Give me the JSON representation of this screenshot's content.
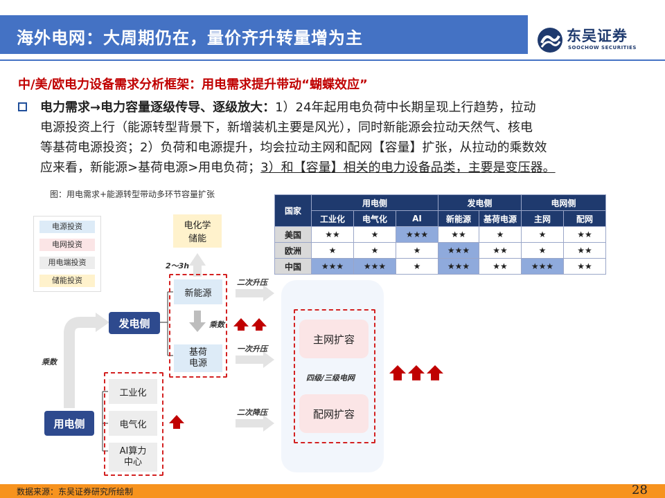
{
  "header": {
    "title": "海外电网：大周期仍在，量价齐升转量增为主",
    "logo_cn": "东吴证券",
    "logo_en": "SOOCHOW SECURITIES"
  },
  "subtitle": "中/美/欧电力设备需求分析框架：用电需求提升带动“蝴蝶效应”",
  "paragraph": {
    "bold_lead": "电力需求→电力容量逐级传导、逐级放大：",
    "line1": "1）24年起用电负荷中长期呈现上行趋势，拉动",
    "line2": "电源投资上行（能源转型背景下，新增装机主要是风光），同时新能源会拉动天然气、核电",
    "line3": "等基荷电源投资；2）负荷和电源提升，均会拉动主网和配网【容量】扩张，从拉动的乘数效",
    "line4a": "应来看，新能源>基荷电源>用电负荷；",
    "line4b": "3）和【容量】相关的电力设备品类，主要是变压器。"
  },
  "figure": {
    "caption": "图：用电需求+能源转型带动多环节容量扩张",
    "legend": [
      "电源投资",
      "电网投资",
      "用电端投资",
      "储能投资"
    ],
    "colors": {
      "power": "#DDEBF7",
      "grid": "#FBE5E6",
      "user": "#EDEDED",
      "storage": "#FFF2CC",
      "navy": "#2E4A8E",
      "red": "#C00000"
    },
    "storage_box": "电化学\n储能",
    "storage_time": "2～3h",
    "gen_side": "发电侧",
    "new_energy": "新能源",
    "base_load": "基荷\n电源",
    "multiplier_mid": "乘数",
    "multiplier_left": "乘数",
    "user_side": "用电侧",
    "user_items": [
      "工业化",
      "电气化",
      "AI算力\n中心"
    ],
    "arrow_secondary_up": "二次升压",
    "arrow_primary_up": "一次升压",
    "arrow_secondary_down": "二次降压",
    "main_grid": "主网扩容",
    "grid_level": "四级/三级电网",
    "dist_grid": "配网扩容"
  },
  "table": {
    "header_country": "国家",
    "groups": [
      "用电侧",
      "发电侧",
      "电网侧"
    ],
    "columns": [
      "工业化",
      "电气化",
      "AI",
      "新能源",
      "基荷电源",
      "主网",
      "配网"
    ],
    "rows": [
      {
        "country": "美国",
        "cells": [
          "★★",
          "★",
          "★★★",
          "★★",
          "★",
          "★",
          "★★"
        ]
      },
      {
        "country": "欧洲",
        "cells": [
          "★",
          "★",
          "★",
          "★★★",
          "★★",
          "★",
          "★★"
        ]
      },
      {
        "country": "中国",
        "cells": [
          "★★★",
          "★★★",
          "★",
          "★★★",
          "★★",
          "★★★",
          "★★"
        ]
      }
    ]
  },
  "footer": {
    "source": "数据来源：东吴证券研究所绘制",
    "page": "28"
  }
}
